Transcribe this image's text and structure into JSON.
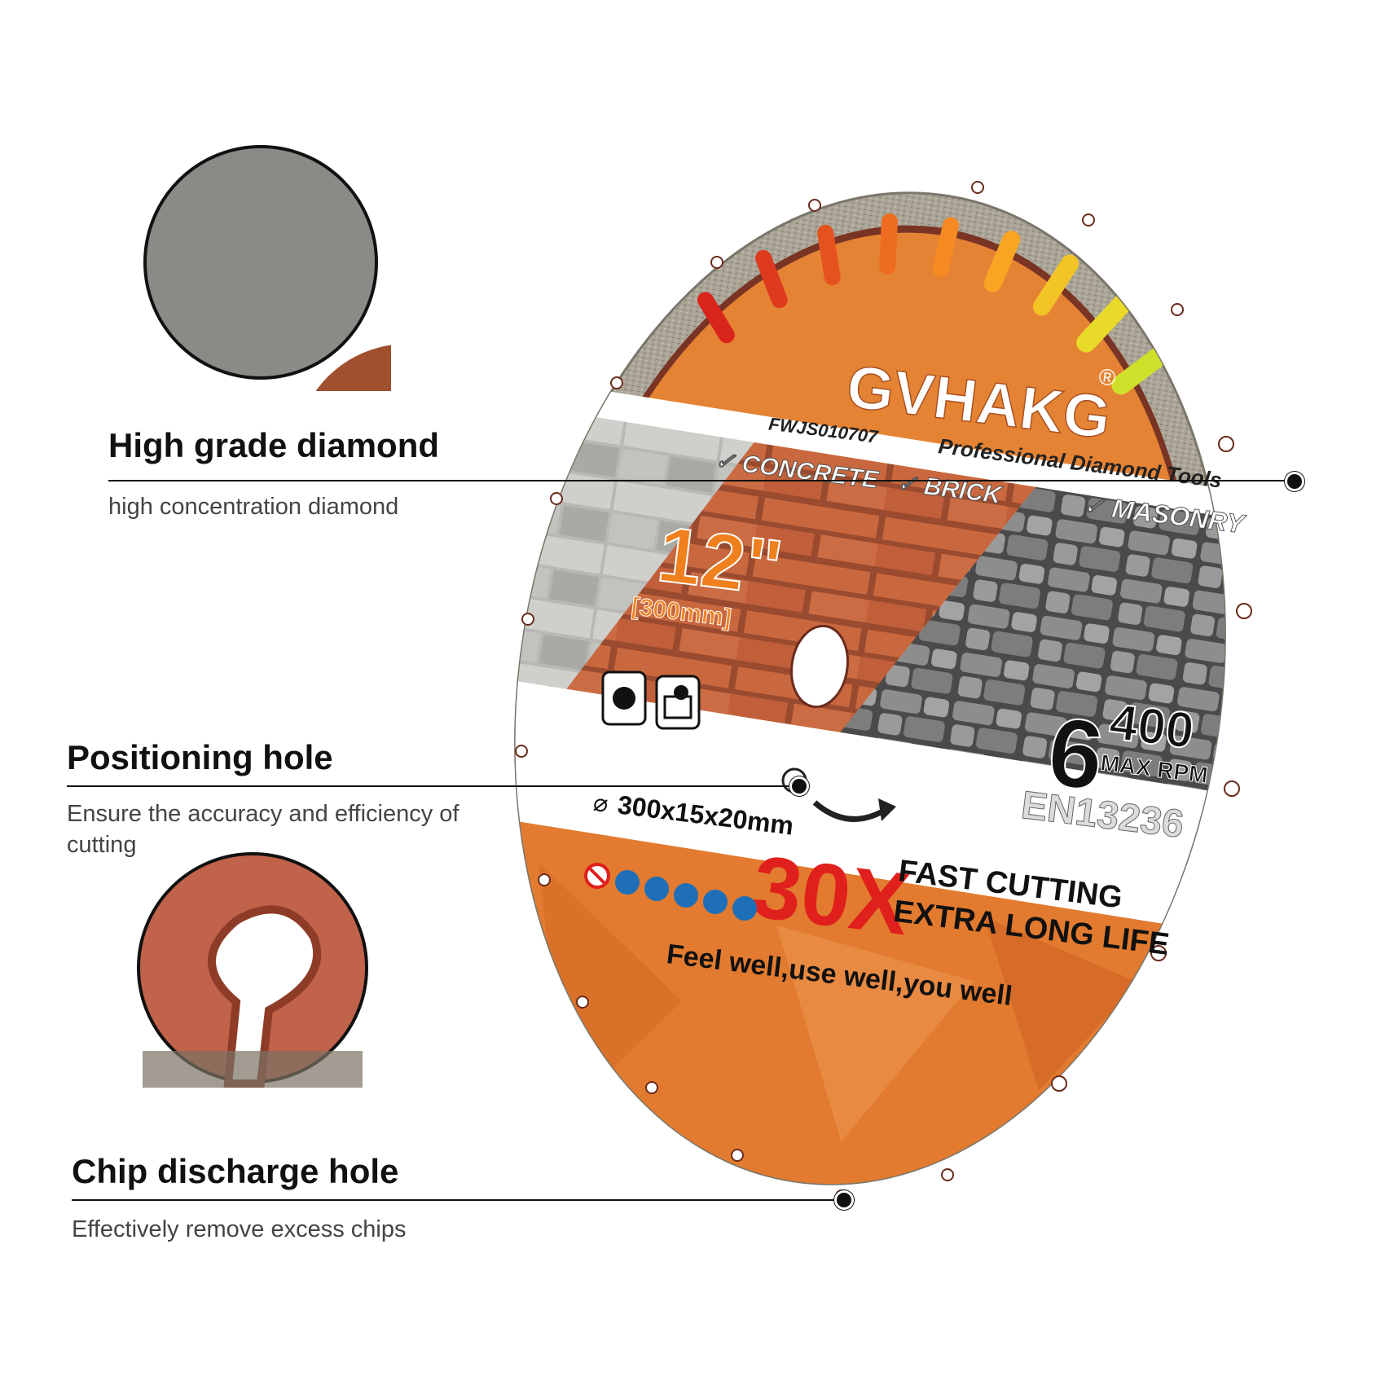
{
  "features": [
    {
      "title": "High grade diamond",
      "desc": "high concentration diamond"
    },
    {
      "title": "Positioning hole",
      "desc": "Ensure the accuracy and efficiency of cutting"
    },
    {
      "title": "Chip discharge hole",
      "desc": "Effectively remove excess chips"
    }
  ],
  "blade": {
    "brand": "GVHAKG",
    "registered": "®",
    "model": "FWJS010707",
    "tagline": "Professional Diamond Tools",
    "materials": [
      "✓ CONCRETE",
      "✓ BRICK",
      "✓ MASONRY"
    ],
    "size_in": "12\"",
    "size_mm": "[300mm]",
    "rpm_big": "6",
    "rpm_small": "400",
    "rpm_label": "MAX RPM",
    "standard": "EN13236",
    "dimensions": "300x15x20mm",
    "diameter_symbol": "⌀",
    "speed": "30X",
    "claim1": "FAST CUTTING",
    "claim2": "EXTRA LONG LIFE",
    "slogan": "Feel well,use well,you well"
  },
  "colors": {
    "orange": "#e87b2c",
    "dark_orange": "#c85a1c",
    "brick": "#c2603d",
    "segment": "#a8a396",
    "red_accent": "#e0201c"
  },
  "icons": [
    "diamond-texture-icon",
    "chip-hole-closeup-icon",
    "angle-grinder-icon",
    "cutoff-saw-icon",
    "no-hand-icon",
    "goggles-icon",
    "gloves-icon",
    "boots-icon",
    "ear-protection-icon",
    "mask-icon",
    "rotation-arrow-icon"
  ]
}
